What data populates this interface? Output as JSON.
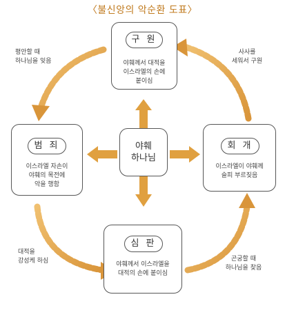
{
  "title": "〈불신앙의 악순환 도표〉",
  "nodes": {
    "center": {
      "line1": "야훼",
      "line2": "하나님"
    },
    "salvation": {
      "label": "구 원",
      "desc1": "야훼께서 대적을",
      "desc2": "이스라엘의 손에",
      "desc3": "붙이심"
    },
    "sin": {
      "label": "범 죄",
      "desc1": "이스라엘 자손이",
      "desc2": "야훼의 목전에",
      "desc3": "악을 행함"
    },
    "repent": {
      "label": "회 개",
      "desc1": "이스라엘이 야훼께",
      "desc2": "슬피 부르짖음"
    },
    "judgment": {
      "label": "심 판",
      "desc1": "야훼께서 이스라엘을",
      "desc2": "대적의 손에 붙이심"
    }
  },
  "arrows": {
    "top_left": {
      "line1": "평안할 때",
      "line2": "하나님을 잊음"
    },
    "top_right": {
      "line1": "사사를",
      "line2": "세워서 구원"
    },
    "bottom_left": {
      "line1": "대적을",
      "line2": "강성케 하심"
    },
    "bottom_right": {
      "line1": "곤궁할 때",
      "line2": "하나님을 찾음"
    }
  },
  "colors": {
    "arrow": "#e0a040",
    "arrow_dark": "#c9862a",
    "title": "#c07a1e"
  }
}
